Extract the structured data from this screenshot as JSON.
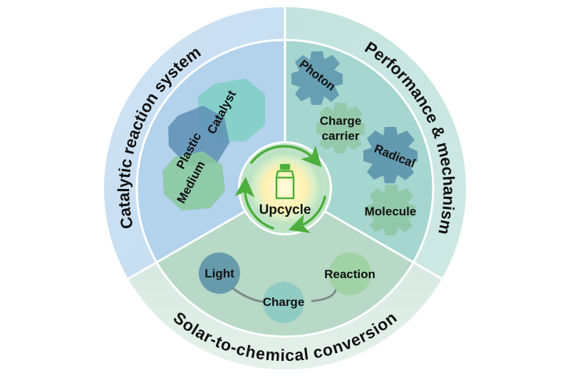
{
  "diagram": {
    "center": {
      "label": "Upcycle",
      "icon": "bottle-icon"
    },
    "sectors": [
      {
        "title": "Catalytic reaction system",
        "color": "#b5d3ec",
        "items": [
          "Plastic",
          "Catalyst",
          "Medium"
        ]
      },
      {
        "title": "Performance & mechanism",
        "color": "#a8d8d2",
        "items": [
          "Photon",
          "Charge",
          "carrier",
          "Radical",
          "Molecule"
        ]
      },
      {
        "title": "Solar-to-chemical conversion",
        "color": "#b9dccb",
        "items": [
          "Light",
          "Charge",
          "Reaction"
        ]
      }
    ],
    "colors": {
      "arrow_green": "#4cae3c",
      "center_glow": "#fff6c2",
      "hex_plastic": "#5f93b3",
      "hex_catalyst": "#7ccfc3",
      "hex_medium": "#86c9a0",
      "gear_blue": "#5f97ae",
      "gear_green": "#8fc7a0",
      "light_circle": "#5e93a8",
      "charge_circle": "#8cc9c2",
      "reaction_circle": "#9fd0a2"
    }
  }
}
